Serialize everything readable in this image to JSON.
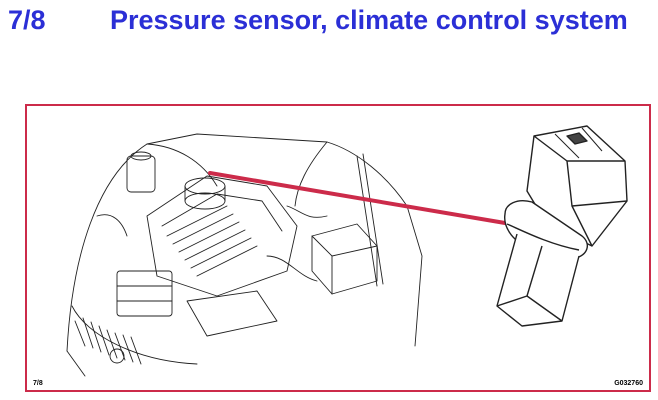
{
  "heading": {
    "number": "7/8",
    "title": "Pressure sensor, climate control system"
  },
  "figure": {
    "page_ref": "7/8",
    "figure_code": "G032760",
    "leader_color": "#cc2b4a",
    "title_color": "#2b2fd6"
  }
}
